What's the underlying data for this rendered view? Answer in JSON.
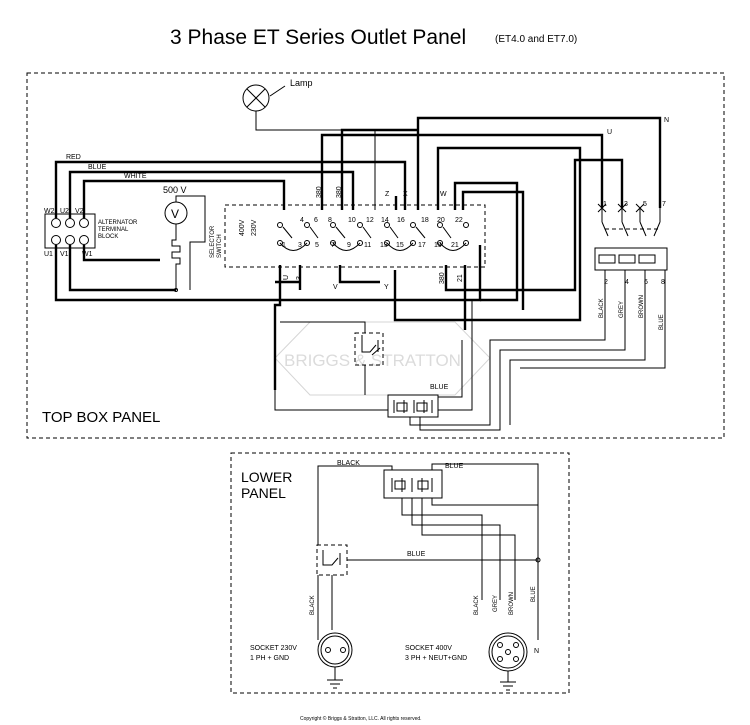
{
  "title": "3 Phase ET Series Outlet Panel",
  "subtitle": "(ET4.0 and ET7.0)",
  "top_panel_label": "TOP BOX PANEL",
  "lower_panel_label": [
    "LOWER",
    "PANEL"
  ],
  "lamp_label": "Lamp",
  "voltmeter_label": "500 V",
  "voltmeter_symbol": "V",
  "alternator_label": [
    "ALTERNATOR",
    "TERMINAL",
    "BLOCK"
  ],
  "terminal_top": [
    "W2",
    "U2",
    "V2"
  ],
  "terminal_bottom": [
    "U1",
    "V1",
    "W1"
  ],
  "wire_colors_top": [
    "RED",
    "BLUE",
    "WHITE"
  ],
  "selector_label": [
    "SELECTOR",
    "SWITCH"
  ],
  "selector_volts": [
    "400V",
    "230V"
  ],
  "switch_top_numbers": [
    "4",
    "6",
    "8",
    "10",
    "12",
    "14",
    "16",
    "18",
    "20",
    "22"
  ],
  "switch_bottom_numbers": [
    "1",
    "3",
    "5",
    "7",
    "9",
    "11",
    "13",
    "15",
    "17",
    "19",
    "21"
  ],
  "switch_side_labels": [
    "380",
    "380",
    "Z",
    "X",
    "W",
    "U",
    "V",
    "Y",
    "380",
    "21",
    "3"
  ],
  "phase_labels": [
    "U",
    "N"
  ],
  "breaker_top_numbers": [
    "1",
    "3",
    "5",
    "7"
  ],
  "breaker_bottom_numbers": [
    "2",
    "4",
    "6",
    "8"
  ],
  "breaker_wire_labels": [
    "BLACK",
    "GREY",
    "BROWN",
    "BLUE"
  ],
  "top_blue_label": "BLUE",
  "watermark": "BRIGGS & STRATTON",
  "lower_wire_labels": {
    "black_top": "BLACK",
    "blue_top": "BLUE",
    "blue_mid": "BLUE",
    "black_left": "BLACK",
    "socket400_wires": [
      "BLACK",
      "GREY",
      "BROWN",
      "BLUE"
    ]
  },
  "socket_230": [
    "SOCKET 230V",
    "1 PH + GND"
  ],
  "socket_400": [
    "SOCKET 400V",
    "3 PH + NEUT+GND"
  ],
  "socket_400_n": "N",
  "copyright": "Copyright © Briggs & Stratton, LLC. All rights reserved."
}
